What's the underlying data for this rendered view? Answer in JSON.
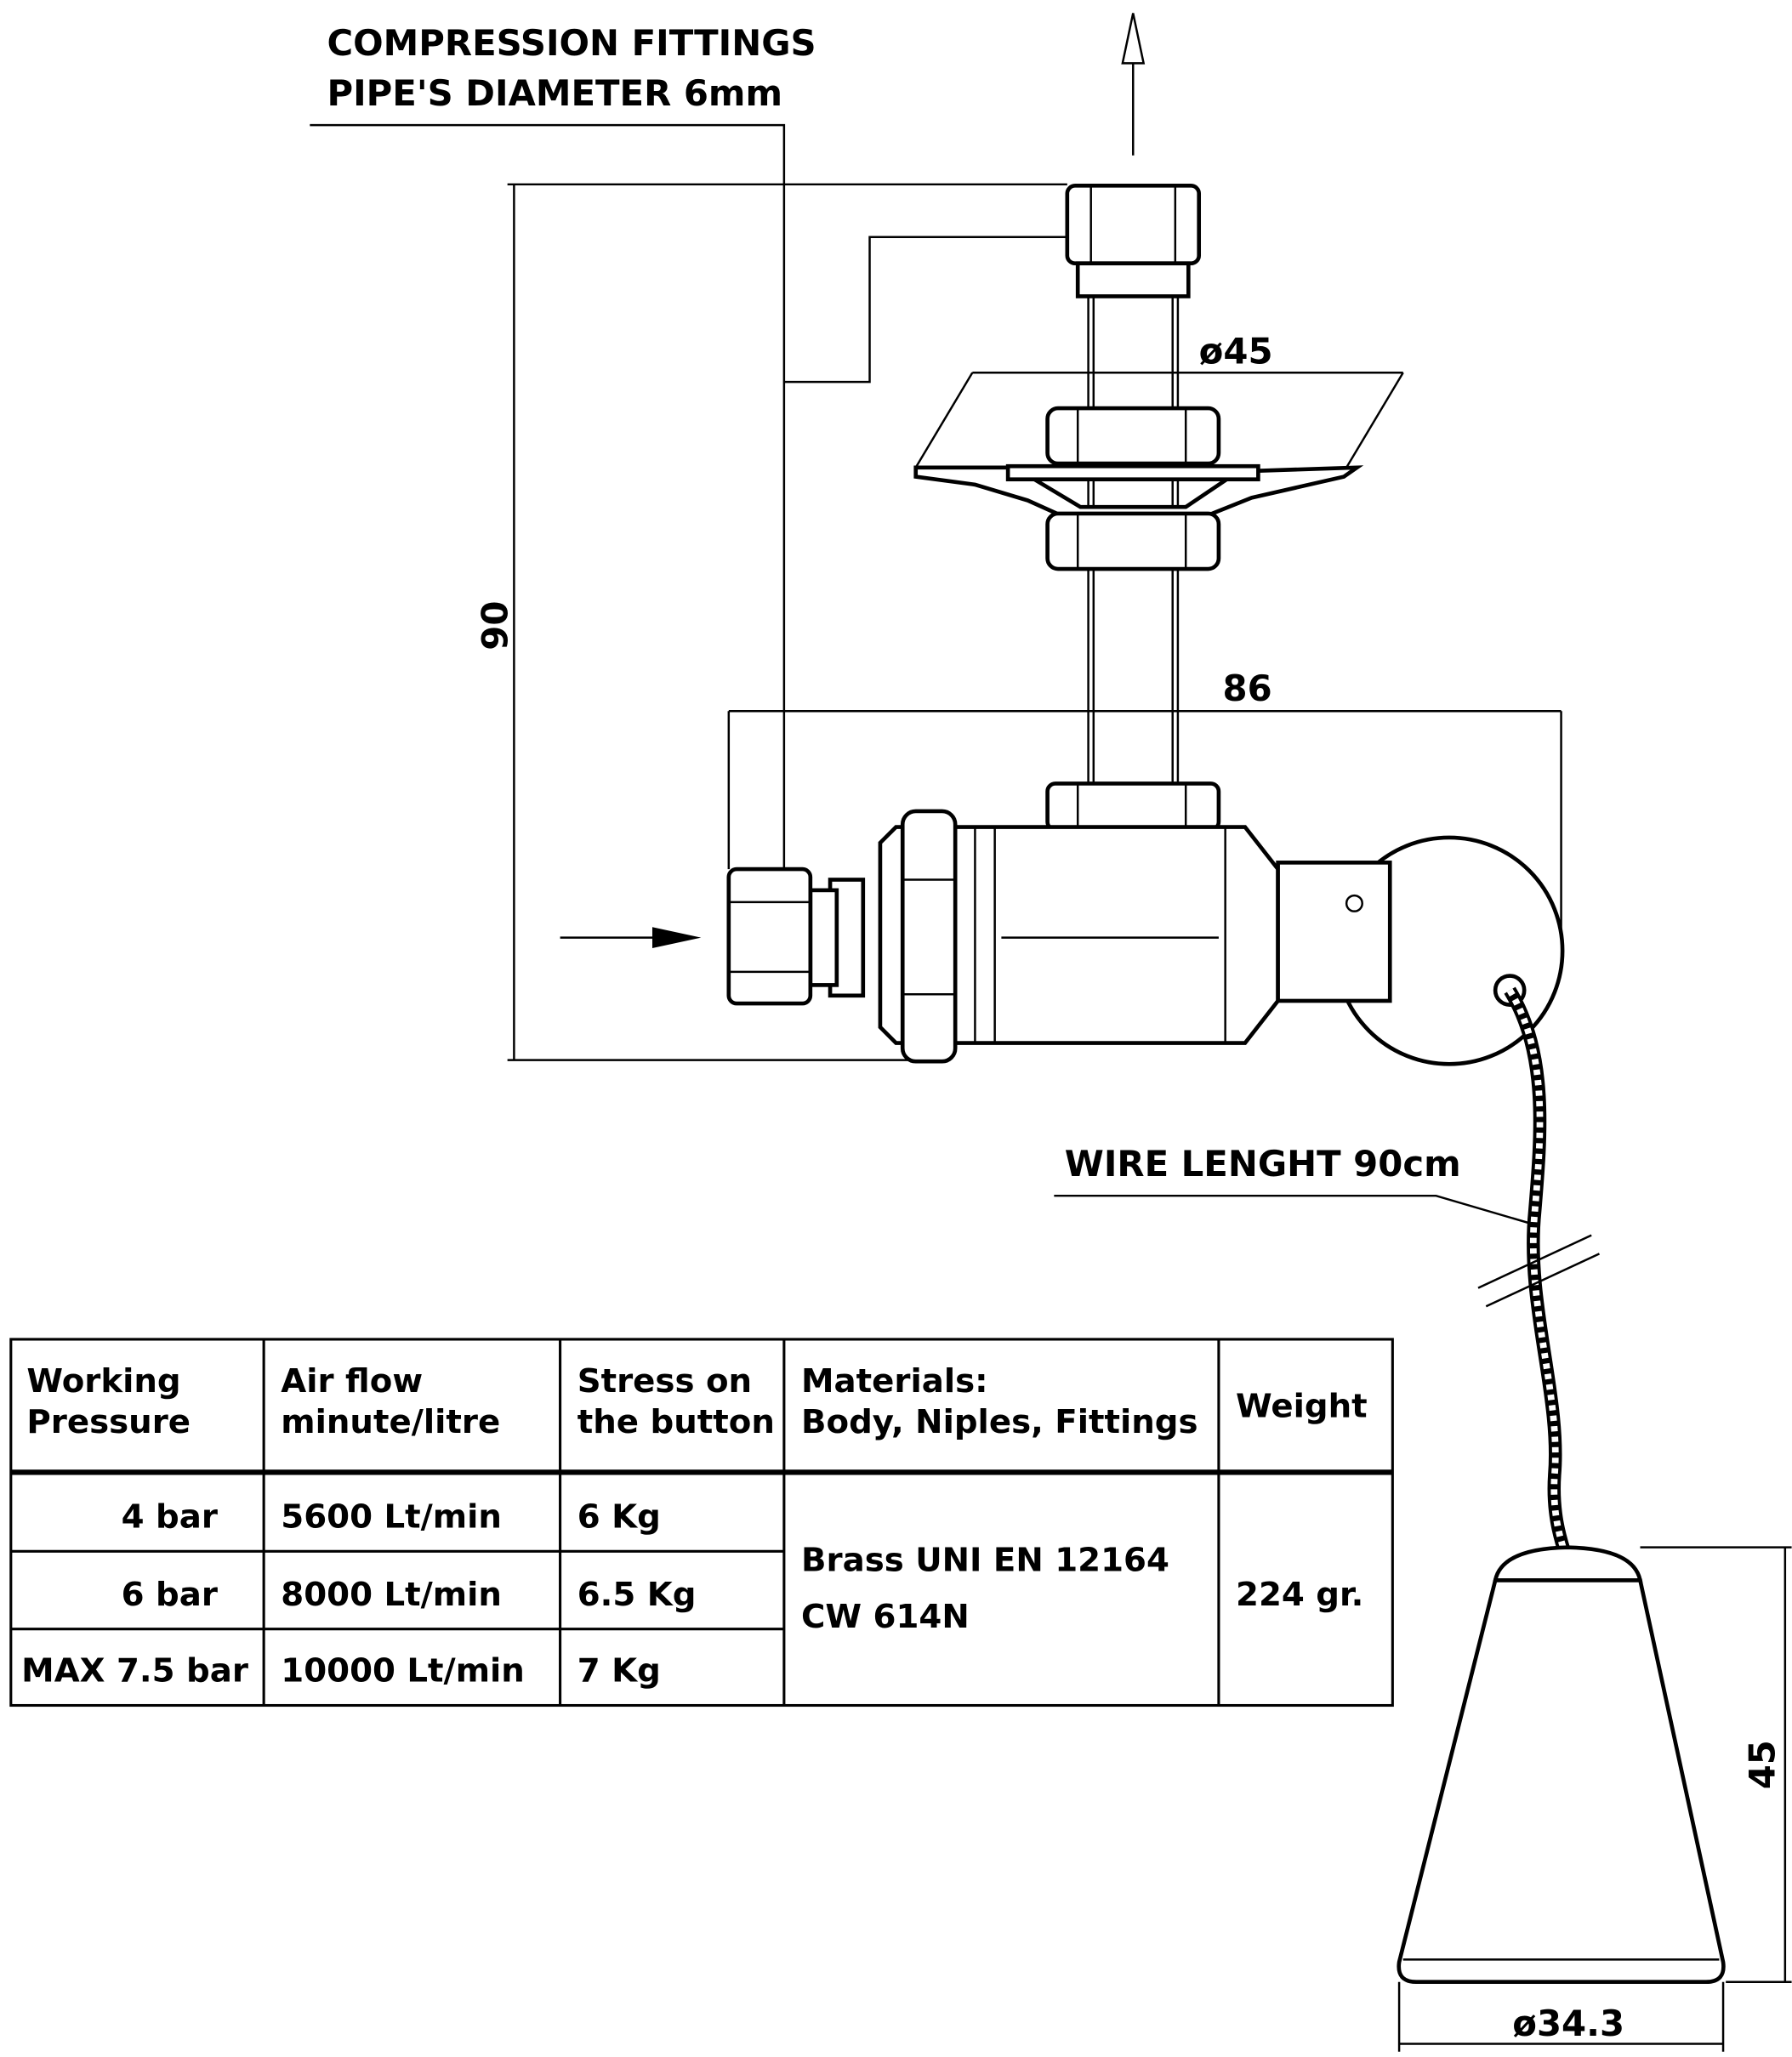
{
  "drawing": {
    "callout_fittings_line1": "COMPRESSION FITTINGS",
    "callout_fittings_line2": "PIPE'S DIAMETER 6mm",
    "callout_wire": "WIRE LENGHT 90cm",
    "dim_height": "90",
    "dim_width": "86",
    "dim_plate_diameter": "ø45",
    "dim_weight_height": "45",
    "dim_weight_diameter": "ø34.3"
  },
  "table": {
    "headers": [
      [
        "Working",
        "Pressure"
      ],
      [
        "Air flow",
        "minute/litre"
      ],
      [
        "Stress on",
        "the button"
      ],
      [
        "Materials:",
        "Body, Niples, Fittings"
      ],
      [
        "Weight"
      ]
    ],
    "rows": [
      {
        "pressure": "4 bar",
        "airflow": "5600 Lt/min",
        "stress": "6 Kg"
      },
      {
        "pressure": "6 bar",
        "airflow": "8000 Lt/min",
        "stress": "6.5 Kg"
      },
      {
        "pressure": "MAX 7.5 bar",
        "airflow": "10000 Lt/min",
        "stress": "7 Kg"
      }
    ],
    "material": [
      "Brass UNI EN 12164",
      "CW 614N"
    ],
    "weight": "224 gr."
  }
}
